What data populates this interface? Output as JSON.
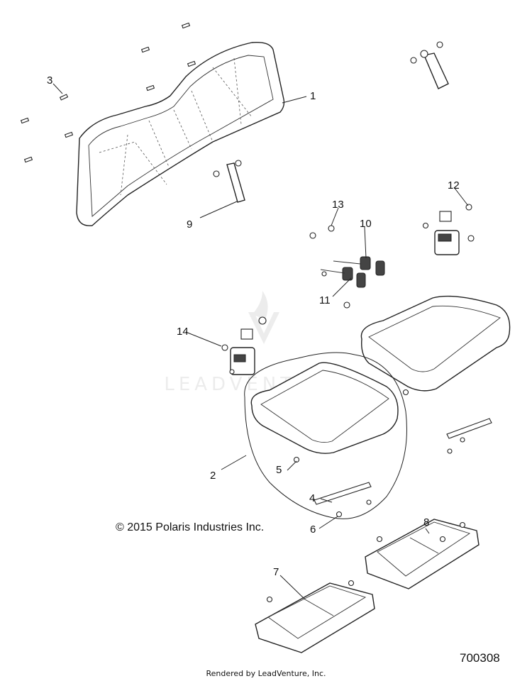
{
  "copyright": "© 2015 Polaris Industries Inc.",
  "diagram_number": "700308",
  "rendered_by": "Rendered by LeadVenture, Inc.",
  "watermark": "LEADVENTURE",
  "callouts": {
    "c1": "1",
    "c2": "2",
    "c3": "3",
    "c4": "4",
    "c5": "5",
    "c6": "6",
    "c7": "7",
    "c8": "8",
    "c9": "9",
    "c10": "10",
    "c11": "11",
    "c12": "12",
    "c13": "13",
    "c14": "14"
  }
}
